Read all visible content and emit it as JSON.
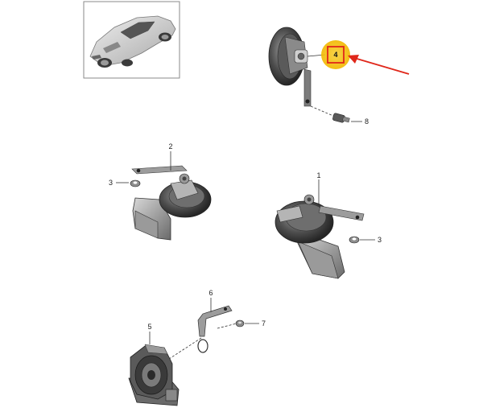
{
  "callouts": {
    "c1": "1",
    "c2": "2",
    "c3a": "3",
    "c3b": "3",
    "c4": "4",
    "c5": "5",
    "c6": "6",
    "c7": "7",
    "c8": "8"
  },
  "colors": {
    "highlight": "#f5c518",
    "highlight_box": "#e0271a",
    "arrow": "#e0271a",
    "part_dark": "#3a3a3a",
    "part_mid": "#7a7a7a",
    "part_light": "#c4c4c4"
  },
  "icons": {
    "vehicle_thumbnail": "sports-car-icon",
    "pointer": "red-arrow-icon"
  }
}
